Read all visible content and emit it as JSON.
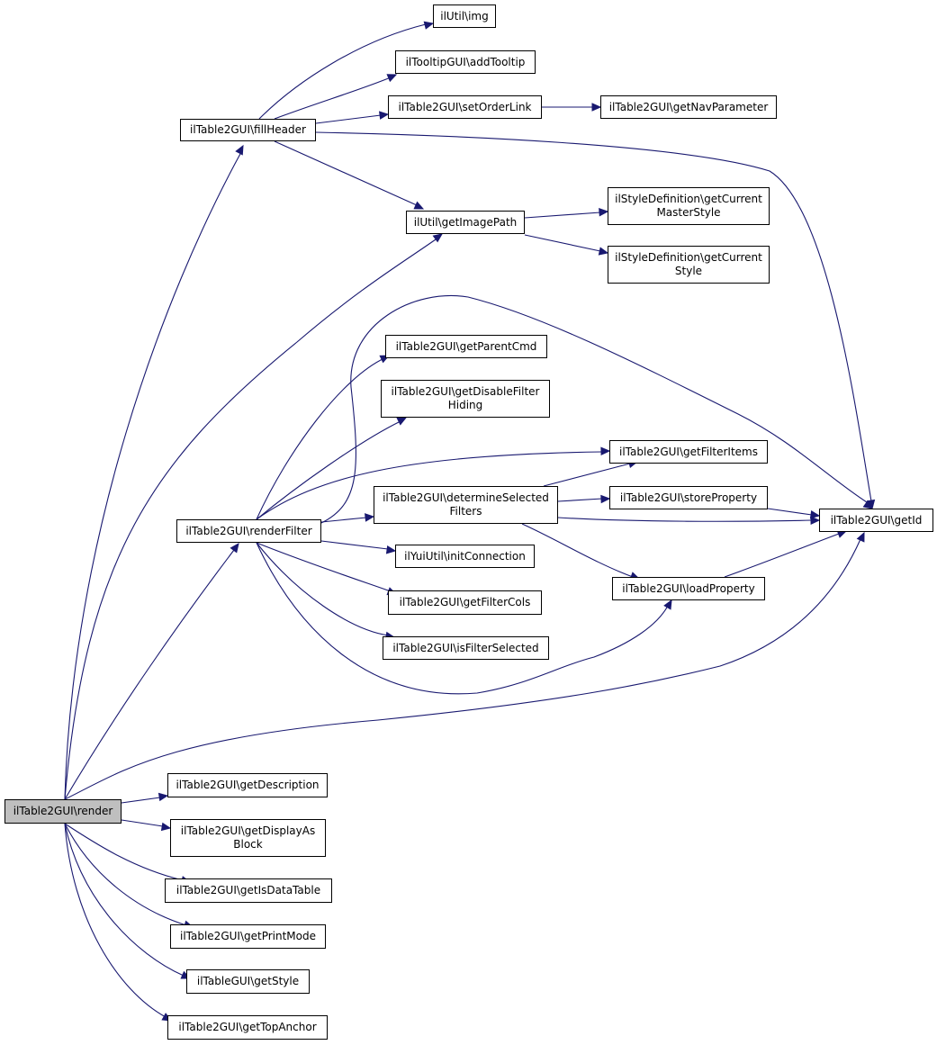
{
  "graph": {
    "edge_color": "#191970",
    "root_fill": "#bfbfbf",
    "nodes": [
      {
        "id": "render",
        "lines": [
          "ilTable2GUI\\render"
        ],
        "root": true
      },
      {
        "id": "fillHeader",
        "lines": [
          "ilTable2GUI\\fillHeader"
        ]
      },
      {
        "id": "renderFilter",
        "lines": [
          "ilTable2GUI\\renderFilter"
        ]
      },
      {
        "id": "img",
        "lines": [
          "ilUtil\\img"
        ]
      },
      {
        "id": "addTooltip",
        "lines": [
          "ilTooltipGUI\\addTooltip"
        ]
      },
      {
        "id": "setOrderLink",
        "lines": [
          "ilTable2GUI\\setOrderLink"
        ]
      },
      {
        "id": "getNavParameter",
        "lines": [
          "ilTable2GUI\\getNavParameter"
        ]
      },
      {
        "id": "getImagePath",
        "lines": [
          "ilUtil\\getImagePath"
        ]
      },
      {
        "id": "getCurrentMasterStyle",
        "lines": [
          "ilStyleDefinition\\getCurrent",
          "MasterStyle"
        ]
      },
      {
        "id": "getCurrentStyle",
        "lines": [
          "ilStyleDefinition\\getCurrent",
          "Style"
        ]
      },
      {
        "id": "getParentCmd",
        "lines": [
          "ilTable2GUI\\getParentCmd"
        ]
      },
      {
        "id": "getDisableFilterHiding",
        "lines": [
          "ilTable2GUI\\getDisableFilter",
          "Hiding"
        ]
      },
      {
        "id": "getFilterItems",
        "lines": [
          "ilTable2GUI\\getFilterItems"
        ]
      },
      {
        "id": "determineSelectedFilters",
        "lines": [
          "ilTable2GUI\\determineSelected",
          "Filters"
        ]
      },
      {
        "id": "storeProperty",
        "lines": [
          "ilTable2GUI\\storeProperty"
        ]
      },
      {
        "id": "getId",
        "lines": [
          "ilTable2GUI\\getId"
        ]
      },
      {
        "id": "initConnection",
        "lines": [
          "ilYuiUtil\\initConnection"
        ]
      },
      {
        "id": "loadProperty",
        "lines": [
          "ilTable2GUI\\loadProperty"
        ]
      },
      {
        "id": "getFilterCols",
        "lines": [
          "ilTable2GUI\\getFilterCols"
        ]
      },
      {
        "id": "isFilterSelected",
        "lines": [
          "ilTable2GUI\\isFilterSelected"
        ]
      },
      {
        "id": "getDescription",
        "lines": [
          "ilTable2GUI\\getDescription"
        ]
      },
      {
        "id": "getDisplayAsBlock",
        "lines": [
          "ilTable2GUI\\getDisplayAs",
          "Block"
        ]
      },
      {
        "id": "getIsDataTable",
        "lines": [
          "ilTable2GUI\\getIsDataTable"
        ]
      },
      {
        "id": "getPrintMode",
        "lines": [
          "ilTable2GUI\\getPrintMode"
        ]
      },
      {
        "id": "getStyle",
        "lines": [
          "ilTableGUI\\getStyle"
        ]
      },
      {
        "id": "getTopAnchor",
        "lines": [
          "ilTable2GUI\\getTopAnchor"
        ]
      }
    ],
    "edges": [
      {
        "from": "render",
        "to": "fillHeader"
      },
      {
        "from": "render",
        "to": "getImagePath"
      },
      {
        "from": "render",
        "to": "renderFilter"
      },
      {
        "from": "render",
        "to": "getId"
      },
      {
        "from": "render",
        "to": "getDescription"
      },
      {
        "from": "render",
        "to": "getDisplayAsBlock"
      },
      {
        "from": "render",
        "to": "getIsDataTable"
      },
      {
        "from": "render",
        "to": "getPrintMode"
      },
      {
        "from": "render",
        "to": "getStyle"
      },
      {
        "from": "render",
        "to": "getTopAnchor"
      },
      {
        "from": "fillHeader",
        "to": "img"
      },
      {
        "from": "fillHeader",
        "to": "addTooltip"
      },
      {
        "from": "fillHeader",
        "to": "setOrderLink"
      },
      {
        "from": "fillHeader",
        "to": "getId"
      },
      {
        "from": "fillHeader",
        "to": "getImagePath"
      },
      {
        "from": "setOrderLink",
        "to": "getNavParameter"
      },
      {
        "from": "getImagePath",
        "to": "getCurrentMasterStyle"
      },
      {
        "from": "getImagePath",
        "to": "getCurrentStyle"
      },
      {
        "from": "renderFilter",
        "to": "getId"
      },
      {
        "from": "renderFilter",
        "to": "getParentCmd"
      },
      {
        "from": "renderFilter",
        "to": "getDisableFilterHiding"
      },
      {
        "from": "renderFilter",
        "to": "getFilterItems"
      },
      {
        "from": "renderFilter",
        "to": "determineSelectedFilters"
      },
      {
        "from": "renderFilter",
        "to": "initConnection"
      },
      {
        "from": "renderFilter",
        "to": "getFilterCols"
      },
      {
        "from": "renderFilter",
        "to": "isFilterSelected"
      },
      {
        "from": "renderFilter",
        "to": "loadProperty"
      },
      {
        "from": "determineSelectedFilters",
        "to": "getFilterItems"
      },
      {
        "from": "determineSelectedFilters",
        "to": "storeProperty"
      },
      {
        "from": "determineSelectedFilters",
        "to": "getId"
      },
      {
        "from": "determineSelectedFilters",
        "to": "loadProperty"
      },
      {
        "from": "storeProperty",
        "to": "getId"
      },
      {
        "from": "loadProperty",
        "to": "getId"
      }
    ]
  }
}
